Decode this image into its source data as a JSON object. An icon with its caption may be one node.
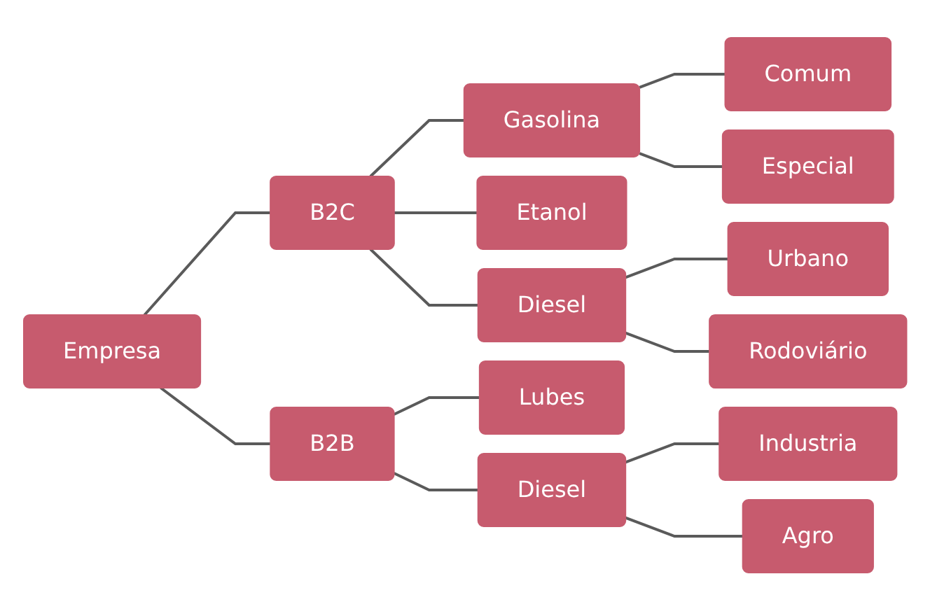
{
  "diagram": {
    "nodes": [
      {
        "text": [
          "Empresa"
        ]
      },
      {
        "text": [
          "B2C"
        ]
      },
      {
        "text": [
          "B2B"
        ]
      },
      {
        "text": [
          "Gasolina"
        ]
      },
      {
        "text": [
          "Etanol"
        ]
      },
      {
        "text": [
          "Diesel"
        ]
      },
      {
        "text": [
          "Lubes"
        ]
      },
      {
        "text": [
          "Diesel"
        ]
      },
      {
        "text": [
          "Comum"
        ]
      },
      {
        "text": [
          "Especial"
        ]
      },
      {
        "text": [
          "Urbano"
        ]
      },
      {
        "text": [
          "Rodoviário"
        ]
      },
      {
        "text": [
          "Industria"
        ]
      },
      {
        "text": [
          "Agro"
        ]
      }
    ],
    "edges": [
      {
        "from": 0,
        "to": 1,
        "arrow": "none"
      },
      {
        "from": 0,
        "to": 2,
        "arrow": "none"
      },
      {
        "from": 1,
        "to": 3,
        "arrow": "none"
      },
      {
        "from": 1,
        "to": 4,
        "arrow": "none"
      },
      {
        "from": 1,
        "to": 5,
        "arrow": "none"
      },
      {
        "from": 2,
        "to": 6,
        "arrow": "none"
      },
      {
        "from": 2,
        "to": 7,
        "arrow": "none"
      },
      {
        "from": 3,
        "to": 8,
        "arrow": "none"
      },
      {
        "from": 3,
        "to": 9,
        "arrow": "none"
      },
      {
        "from": 5,
        "to": 10,
        "arrow": "none"
      },
      {
        "from": 5,
        "to": 11,
        "arrow": "none"
      },
      {
        "from": 7,
        "to": 12,
        "arrow": "none"
      },
      {
        "from": 7,
        "to": 13,
        "arrow": "none"
      }
    ]
  }
}
